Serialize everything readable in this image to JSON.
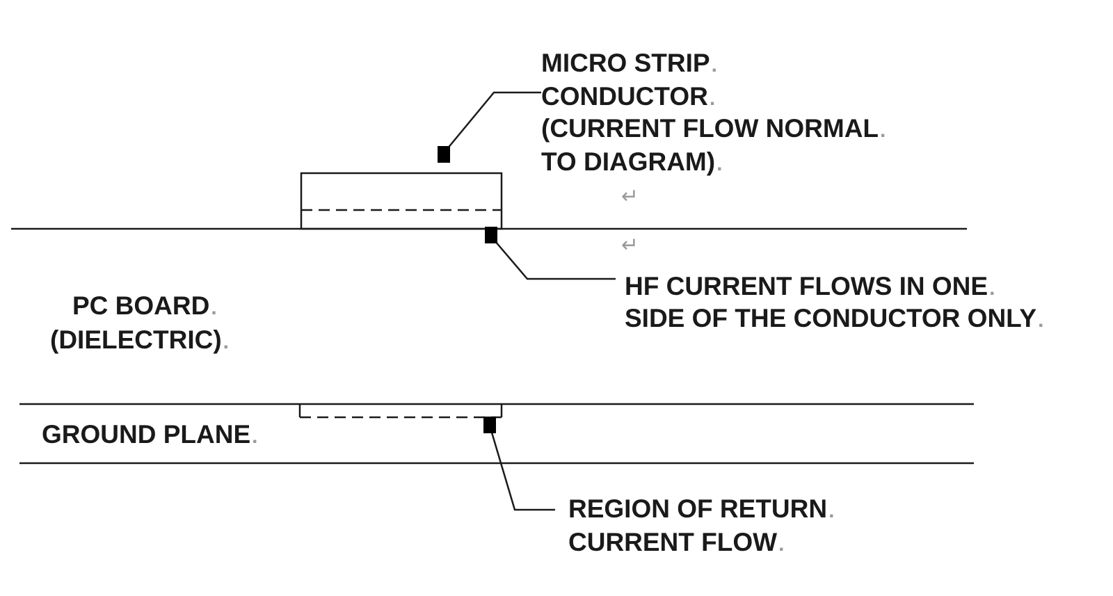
{
  "labels": {
    "microstrip": [
      "MICRO STRIP",
      "CONDUCTOR",
      "(CURRENT FLOW NORMAL",
      "TO DIAGRAM)"
    ],
    "hf_current": [
      "HF CURRENT FLOWS IN ONE",
      "SIDE OF THE CONDUCTOR ONLY"
    ],
    "pc_board": [
      "PC BOARD",
      "(DIELECTRIC)"
    ],
    "ground_plane": [
      "GROUND PLANE"
    ],
    "return_region": [
      "REGION OF RETURN",
      "CURRENT FLOW"
    ]
  },
  "colors": {
    "line": "#1a1a1a",
    "text": "#1a1a1a"
  }
}
